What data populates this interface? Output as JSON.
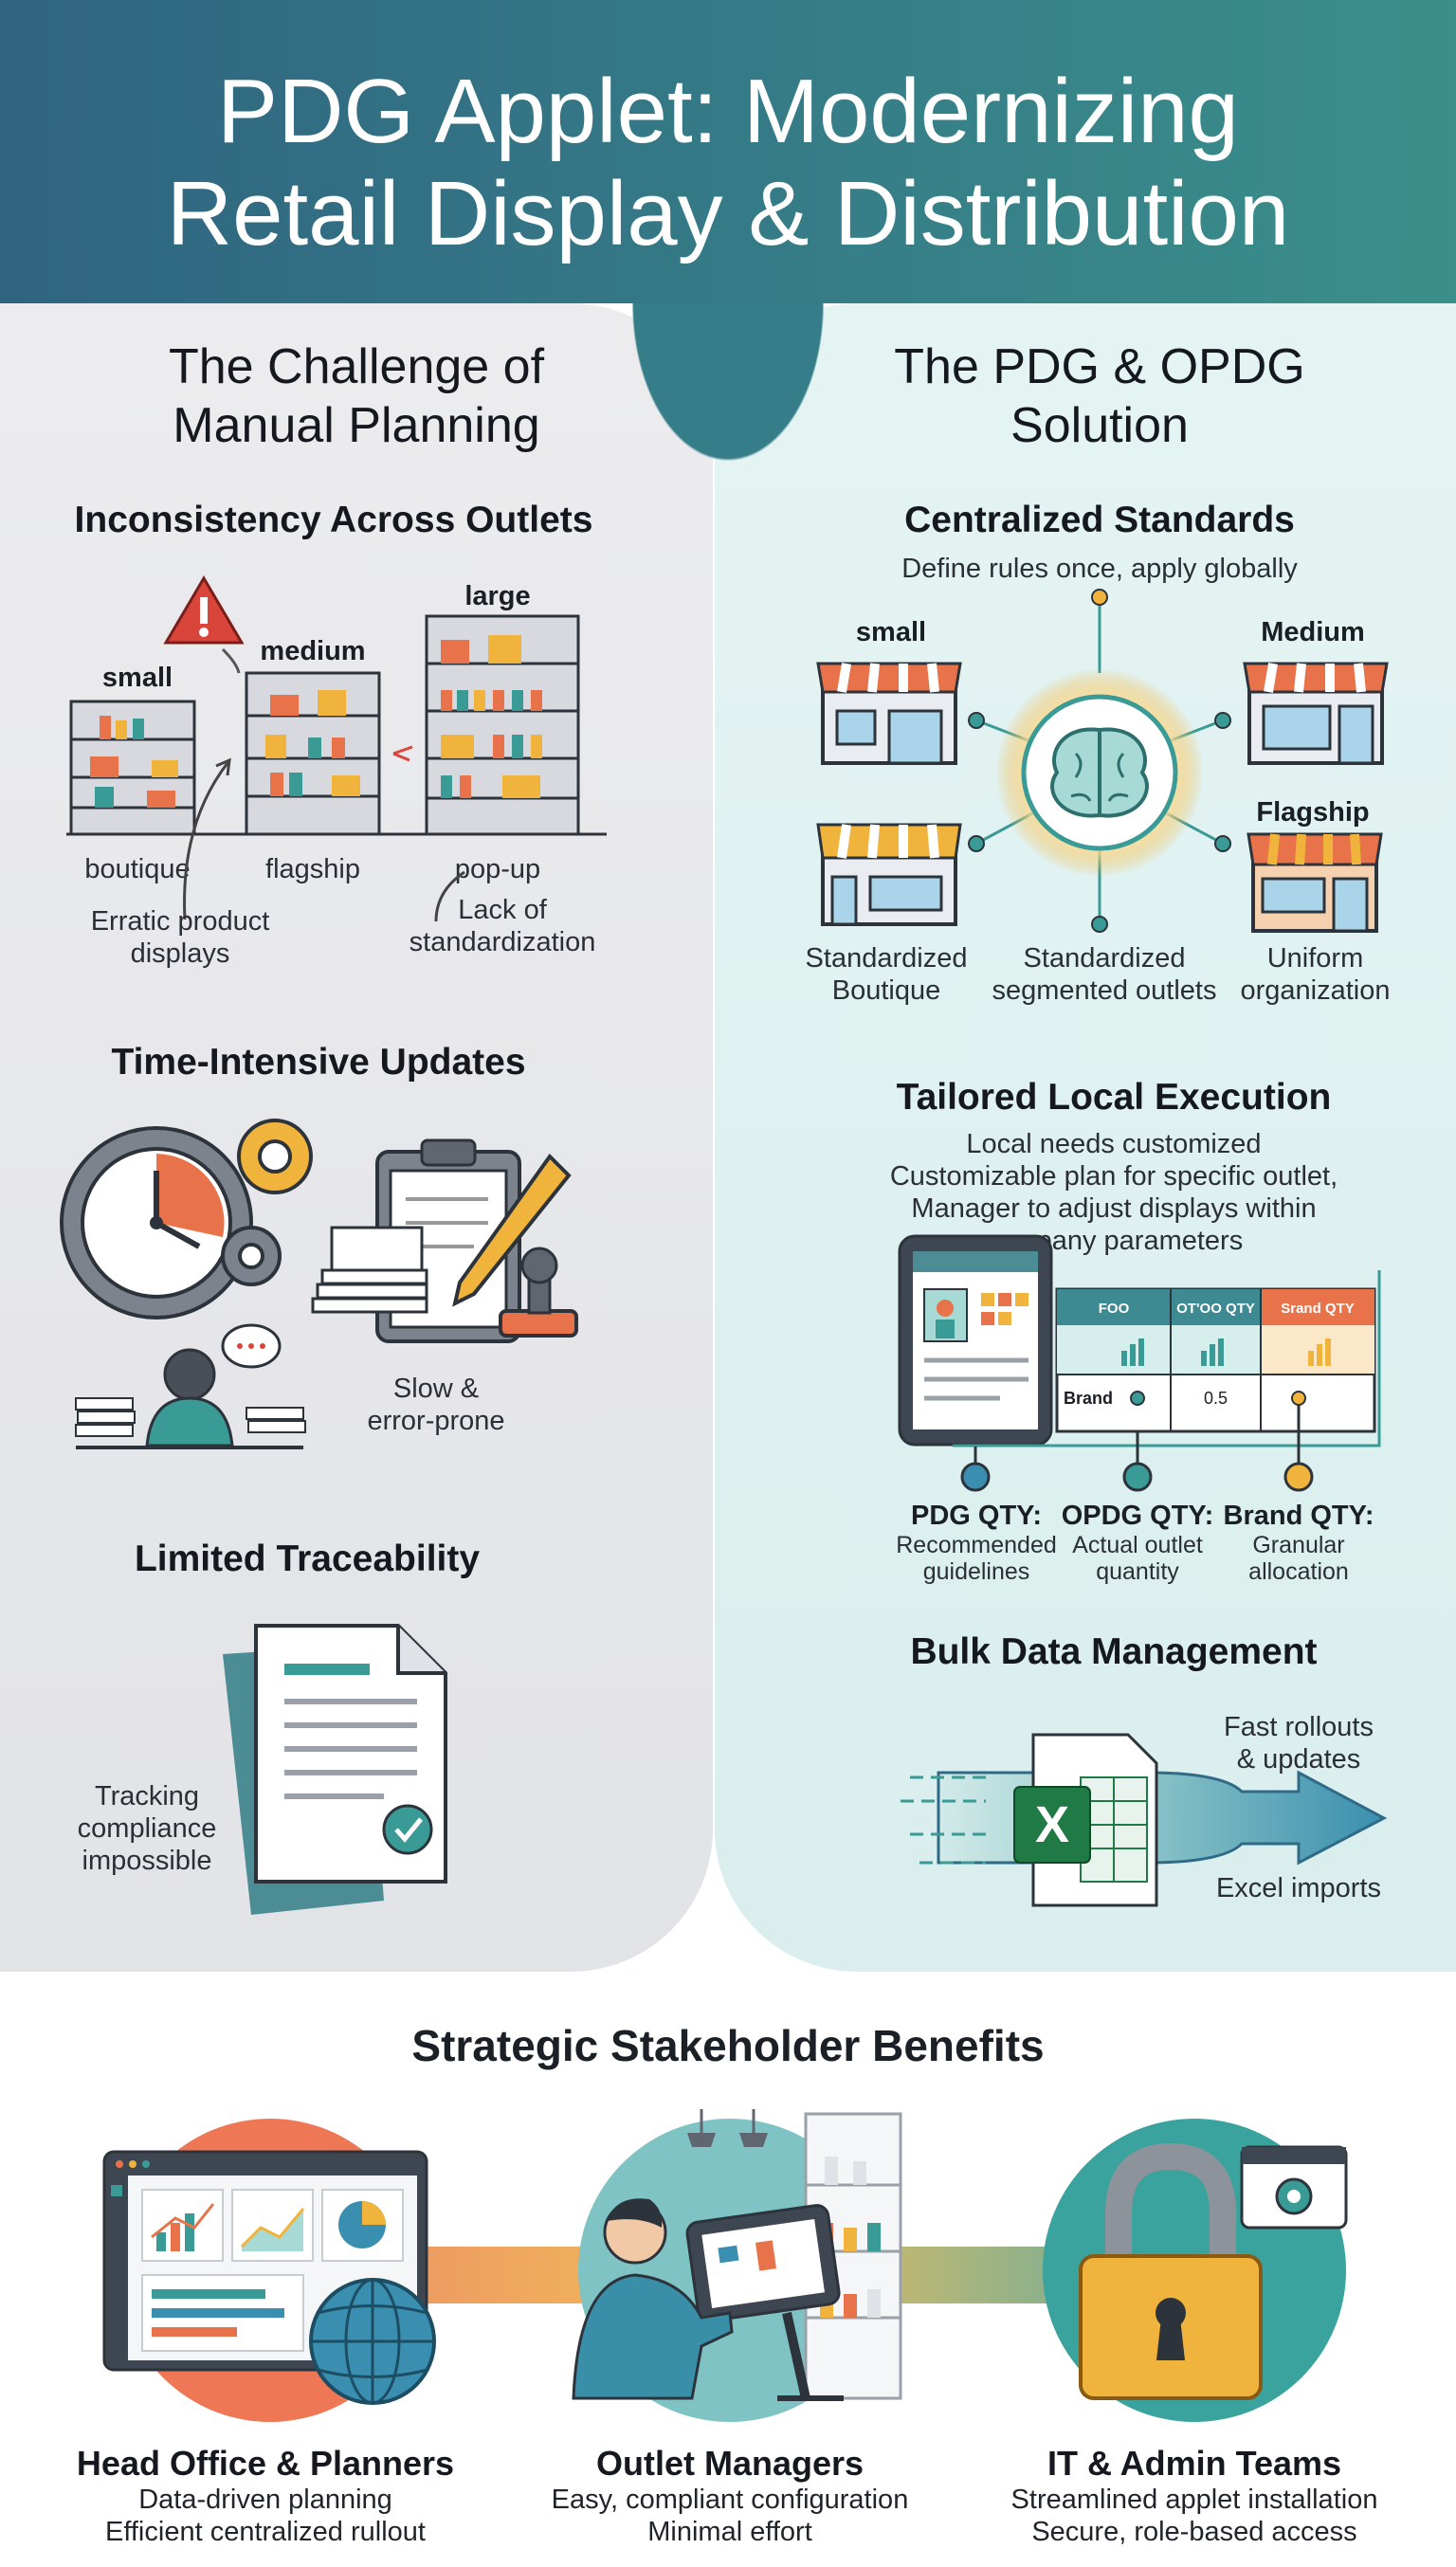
{
  "header": {
    "title_line1": "PDG Applet: Modernizing",
    "title_line2": "Retail Display & Distribution"
  },
  "left": {
    "title_line1": "The Challenge of",
    "title_line2": "Manual Planning",
    "inconsistency": {
      "title": "Inconsistency Across Outlets",
      "size_small": "small",
      "size_medium": "medium",
      "size_large": "large",
      "type_boutique": "boutique",
      "type_flagship": "flagship",
      "type_popup": "pop-up",
      "erratic_line1": "Erratic product",
      "erratic_line2": "displays",
      "lack_line1": "Lack of",
      "lack_line2": "standardization"
    },
    "time": {
      "title": "Time-Intensive Updates",
      "slow_line1": "Slow &",
      "slow_line2": "error-prone"
    },
    "trace": {
      "title": "Limited Traceability",
      "tracking_line1": "Tracking",
      "tracking_line2": "compliance",
      "tracking_line3": "impossible"
    }
  },
  "right": {
    "title_line1": "The PDG & OPDG",
    "title_line2": "Solution",
    "centralized": {
      "title": "Centralized Standards",
      "subtitle": "Define rules once, apply globally",
      "store_small": "small",
      "store_medium": "Medium",
      "store_flagship": "Flagship",
      "cap1_line1": "Standardized",
      "cap1_line2": "Boutique",
      "cap2_line1": "Standardized",
      "cap2_line2": "segmented outlets",
      "cap3_line1": "Uniform",
      "cap3_line2": "organization"
    },
    "tailored": {
      "title": "Tailored Local Execution",
      "line1": "Local needs customized",
      "line2": "Customizable plan for specific outlet,",
      "line3": "Manager to adjust displays within",
      "line4": "company parameters",
      "table_h1": "FOO",
      "table_h2": "OT'OO QTY",
      "table_h3": "Srand QTY",
      "table_brand": "Brand",
      "table_value": "0.5",
      "pdg_name": "PDG QTY:",
      "pdg_line1": "Recommended",
      "pdg_line2": "guidelines",
      "opdg_name": "OPDG QTY:",
      "opdg_line1": "Actual outlet",
      "opdg_line2": "quantity",
      "brand_name": "Brand QTY:",
      "brand_line1": "Granular",
      "brand_line2": "allocation"
    },
    "bulk": {
      "title": "Bulk Data Management",
      "fast_line1": "Fast rollouts",
      "fast_line2": "& updates",
      "excel": "Excel imports",
      "excel_letter": "X"
    }
  },
  "benefits": {
    "title": "Strategic Stakeholder Benefits",
    "head_office": {
      "name": "Head Office & Planners",
      "line1": "Data-driven planning",
      "line2": "Efficient centralized rullout"
    },
    "outlet": {
      "name": "Outlet Managers",
      "line1": "Easy, compliant configuration",
      "line2": "Minimal effort"
    },
    "it": {
      "name": "IT & Admin Teams",
      "line1": "Streamlined applet installation",
      "line2": "Secure, role-based access"
    }
  },
  "colors": {
    "header_teal": "#357a87",
    "accent_orange": "#e8734a",
    "accent_teal": "#3a9a96",
    "accent_yellow": "#f0b43c",
    "excel_green": "#1f7a45",
    "alert_red": "#d9453b"
  }
}
